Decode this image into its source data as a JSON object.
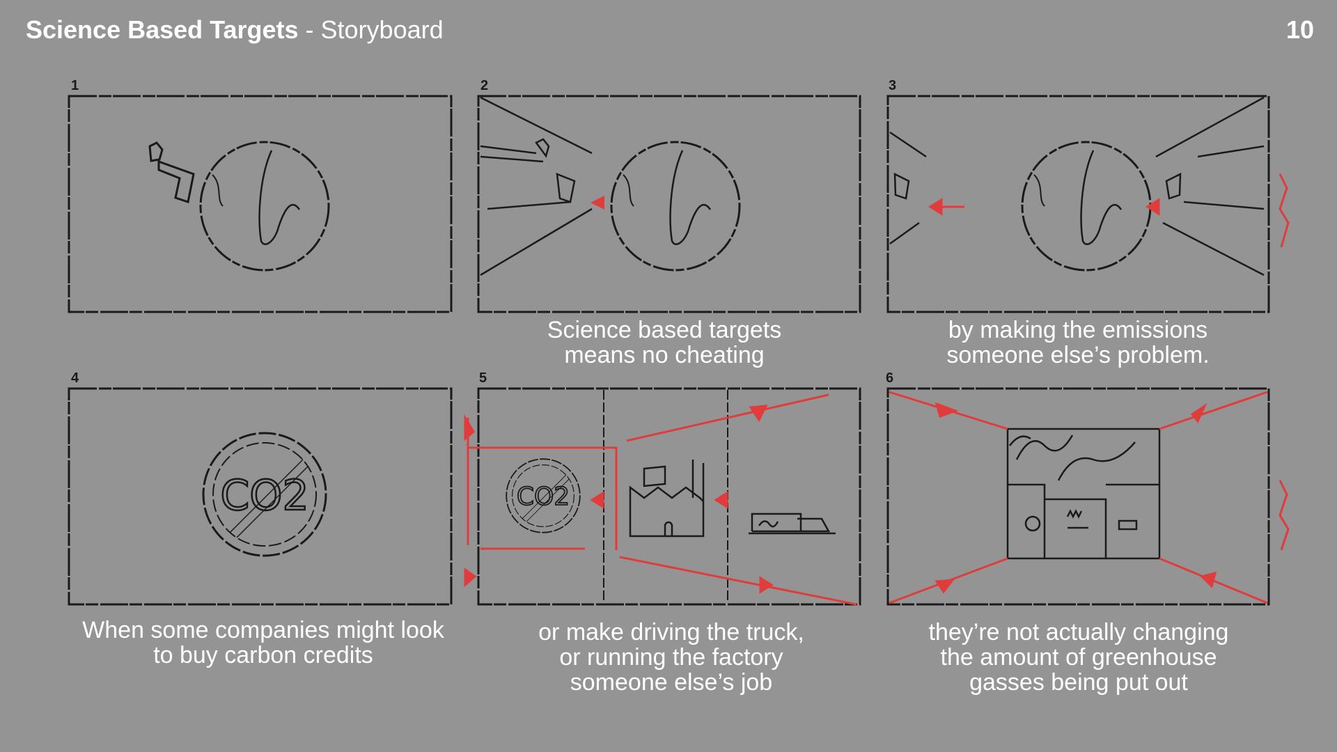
{
  "header": {
    "title_bold": "Science Based Targets",
    "title_rest": " - Storyboard",
    "page_number": "10"
  },
  "colors": {
    "background": "#949494",
    "sketch": "#1a1a1a",
    "accent": "#e03c3c",
    "text": "#ffffff"
  },
  "panels": [
    {
      "number": "1",
      "caption": []
    },
    {
      "number": "2",
      "caption": [
        "Science based targets",
        "means no cheating"
      ]
    },
    {
      "number": "3",
      "caption": [
        "by making the emissions",
        "someone else’s problem."
      ]
    },
    {
      "number": "4",
      "caption": [
        "When some companies might look",
        "to buy carbon credits"
      ]
    },
    {
      "number": "5",
      "caption": [
        "or make driving the truck,",
        "or running the factory",
        "someone else’s job"
      ]
    },
    {
      "number": "6",
      "caption": [
        "they’re not actually changing",
        "the amount of greenhouse",
        "gasses being put out"
      ]
    }
  ],
  "sketch_labels": {
    "coin": "CO2"
  }
}
